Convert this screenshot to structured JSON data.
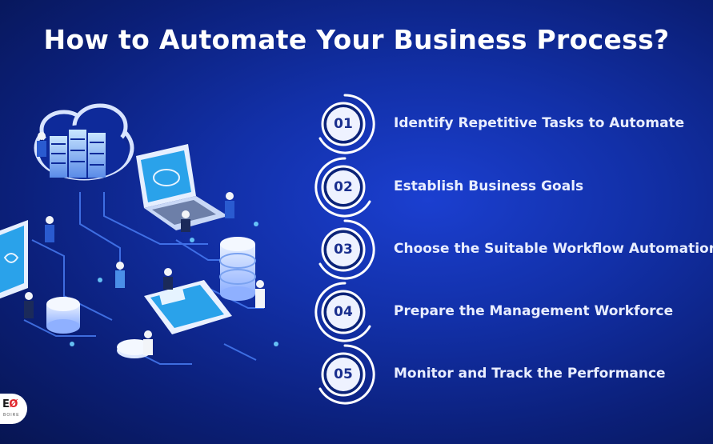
{
  "page_title": "How to Automate Your Business Process?",
  "steps": [
    {
      "number": "01",
      "label": "Identify Repetitive Tasks to Automate"
    },
    {
      "number": "02",
      "label": "Establish Business Goals"
    },
    {
      "number": "03",
      "label": "Choose the Suitable Workflow Automation S"
    },
    {
      "number": "04",
      "label": "Prepare the Management Workforce"
    },
    {
      "number": "05",
      "label": "Monitor and Track the Performance"
    }
  ],
  "logo": {
    "text_main": "E",
    "text_accent": "Ø",
    "text_sub": "BOIRE"
  },
  "colors": {
    "background": "#1230a8",
    "badge_fill": "#eef2ff",
    "badge_ring": "#ffffff",
    "badge_number": "#1a2f8e",
    "step_text": "#e9eeff"
  },
  "icons": [
    "cloud-icon",
    "server-rack-icon",
    "laptop-icon",
    "monitor-icon",
    "database-icon",
    "person-figure-icon",
    "tablet-icon"
  ]
}
